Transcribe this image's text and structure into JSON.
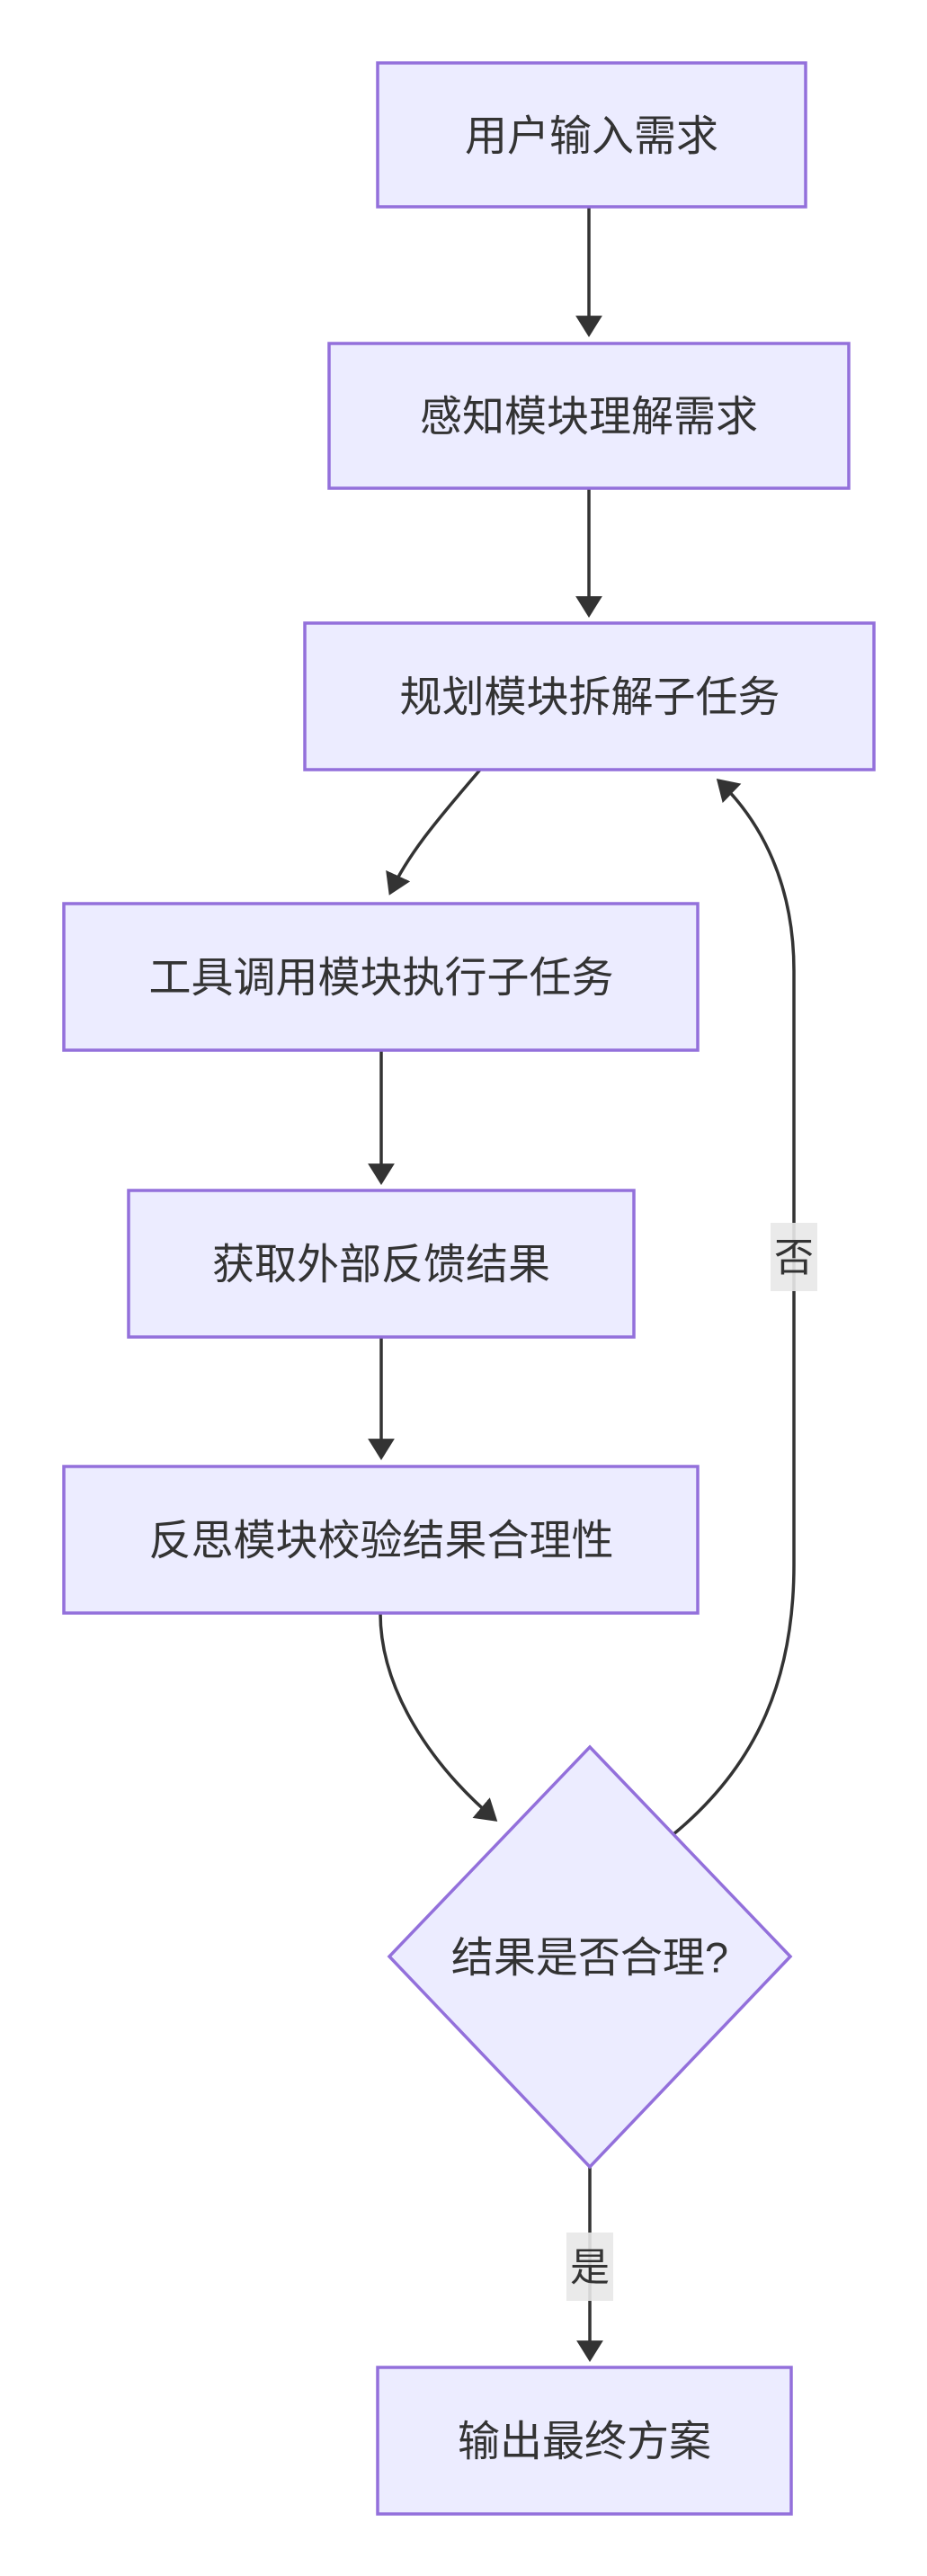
{
  "diagram": {
    "type": "flowchart",
    "direction": "top-down",
    "background": "#ffffff",
    "colors": {
      "node_fill": "#ECECFF",
      "node_border": "#9370DB",
      "edge_line": "#333333",
      "node_text": "#333333",
      "edge_label_bg": "#e8e8e8",
      "edge_label_text": "#333333"
    },
    "nodes": [
      {
        "id": "user_input",
        "shape": "rectangle",
        "label": "用户输入需求"
      },
      {
        "id": "perception",
        "shape": "rectangle",
        "label": "感知模块理解需求"
      },
      {
        "id": "planning",
        "shape": "rectangle",
        "label": "规划模块拆解子任务"
      },
      {
        "id": "tool_call",
        "shape": "rectangle",
        "label": "工具调用模块执行子任务"
      },
      {
        "id": "feedback",
        "shape": "rectangle",
        "label": "获取外部反馈结果"
      },
      {
        "id": "reflection",
        "shape": "rectangle",
        "label": "反思模块校验结果合理性"
      },
      {
        "id": "decision",
        "shape": "diamond",
        "label": "结果是否合理?"
      },
      {
        "id": "final_output",
        "shape": "rectangle",
        "label": "输出最终方案"
      }
    ],
    "edges": [
      {
        "from": "user_input",
        "to": "perception",
        "label": ""
      },
      {
        "from": "perception",
        "to": "planning",
        "label": ""
      },
      {
        "from": "planning",
        "to": "tool_call",
        "label": ""
      },
      {
        "from": "tool_call",
        "to": "feedback",
        "label": ""
      },
      {
        "from": "feedback",
        "to": "reflection",
        "label": ""
      },
      {
        "from": "reflection",
        "to": "decision",
        "label": ""
      },
      {
        "from": "decision",
        "to": "final_output",
        "label": "是"
      },
      {
        "from": "decision",
        "to": "planning",
        "label": "否"
      }
    ]
  }
}
